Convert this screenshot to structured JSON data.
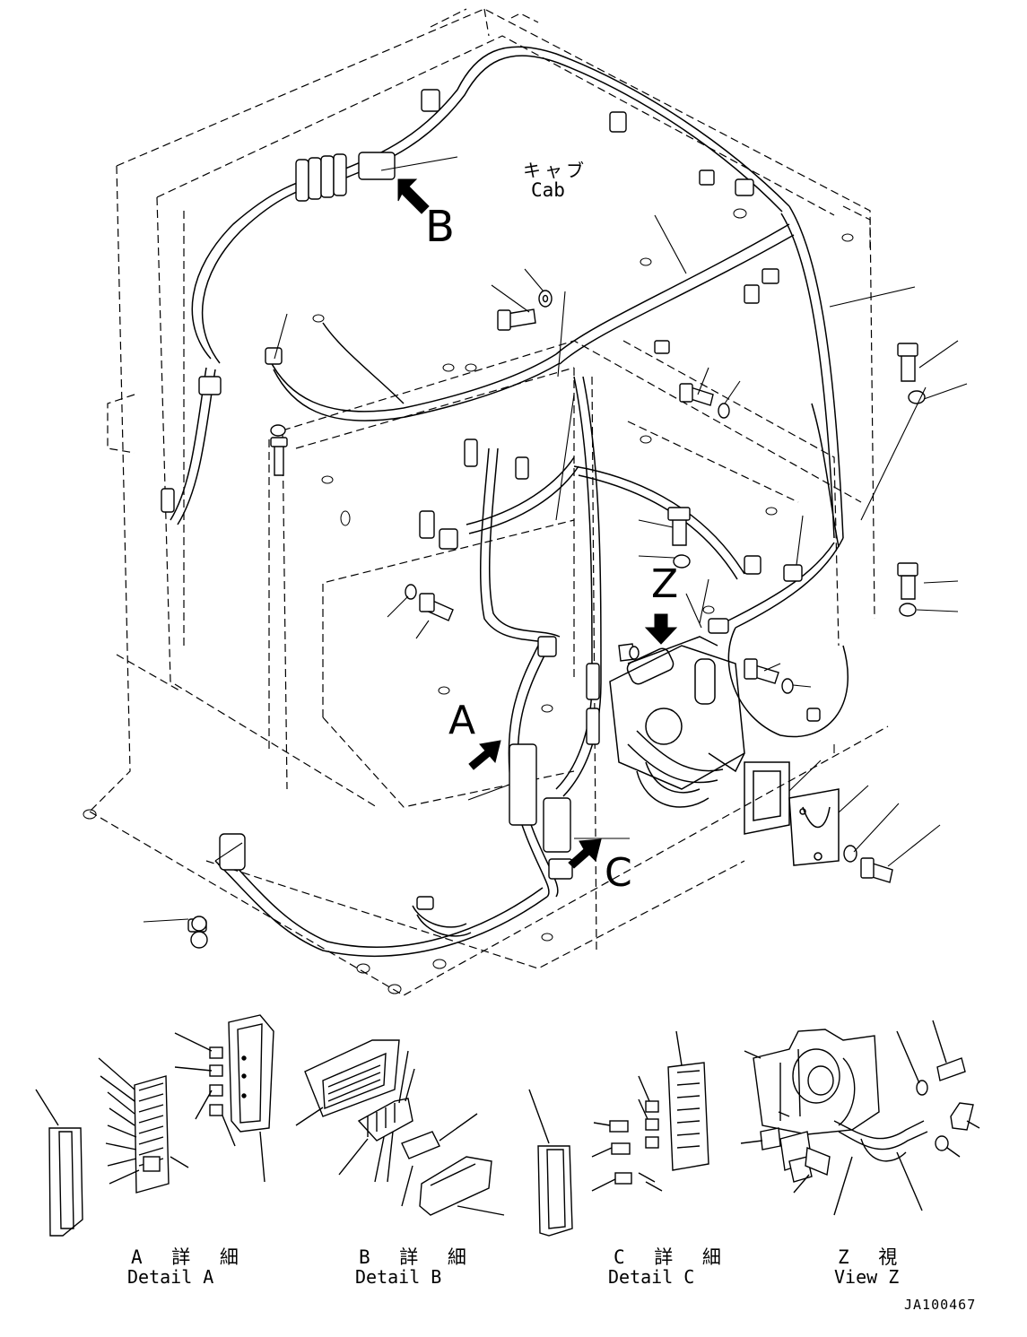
{
  "main_label": {
    "jp": "キャブ",
    "en": "Cab"
  },
  "view_letters": {
    "a": "A",
    "b": "B",
    "c": "C",
    "z": "Z"
  },
  "captions": [
    {
      "jp": "A 詳 細",
      "en": "Detail A"
    },
    {
      "jp": "B 詳 細",
      "en": "Detail B"
    },
    {
      "jp": "C 詳 細",
      "en": "Detail C"
    },
    {
      "jp": "Z 視",
      "en": "View Z"
    }
  ],
  "drawing_code": "JA100467"
}
